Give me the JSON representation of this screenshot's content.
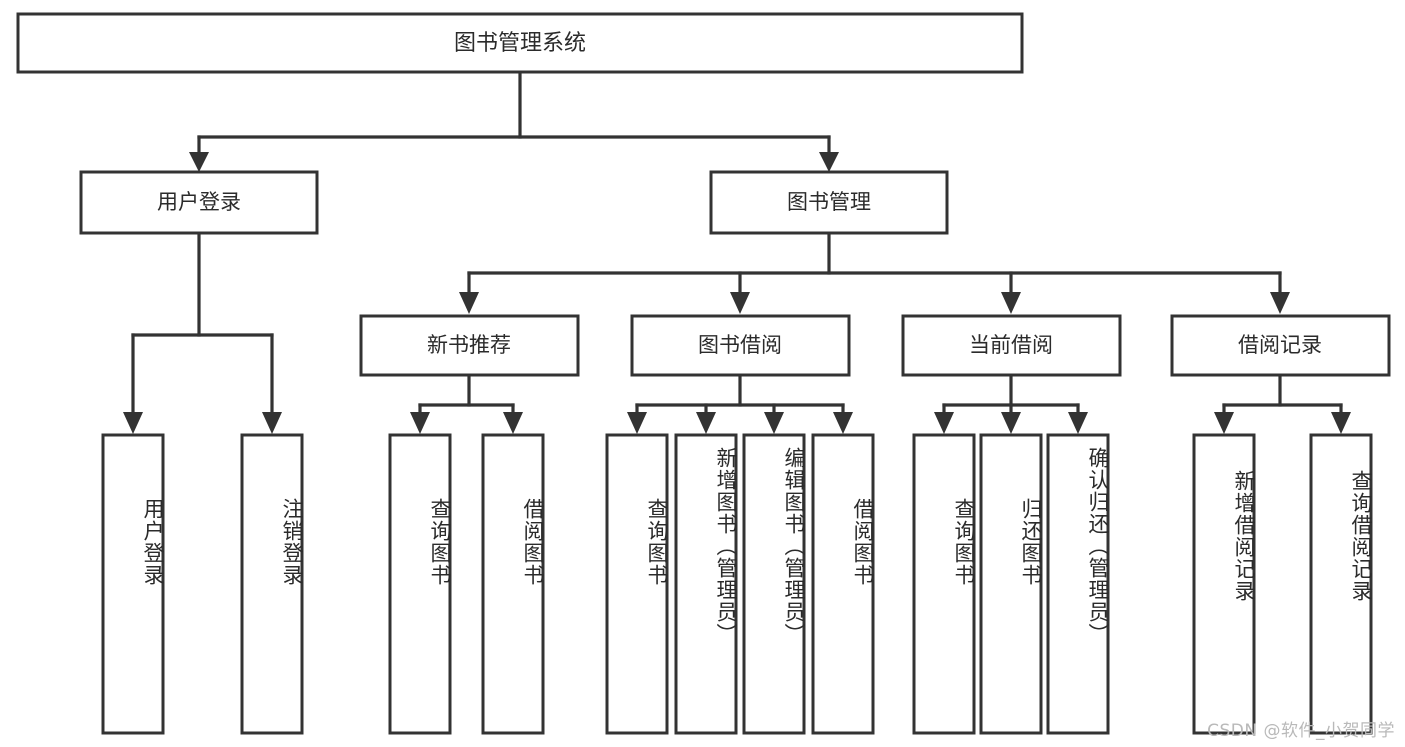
{
  "diagram": {
    "type": "tree",
    "title": "图书管理系统",
    "root": {
      "label": "图书管理系统",
      "children": [
        {
          "label": "用户登录",
          "children": [
            {
              "label": "用户登录"
            },
            {
              "label": "注销登录"
            }
          ]
        },
        {
          "label": "图书管理",
          "children": [
            {
              "label": "新书推荐",
              "children": [
                {
                  "label": "查询图书"
                },
                {
                  "label": "借阅图书"
                }
              ]
            },
            {
              "label": "图书借阅",
              "children": [
                {
                  "label": "查询图书"
                },
                {
                  "label": "新增图书（管理员）"
                },
                {
                  "label": "编辑图书（管理员）"
                },
                {
                  "label": "借阅图书"
                }
              ]
            },
            {
              "label": "当前借阅",
              "children": [
                {
                  "label": "查询图书"
                },
                {
                  "label": "归还图书"
                },
                {
                  "label": "确认归还（管理员）"
                }
              ]
            },
            {
              "label": "借阅记录",
              "children": [
                {
                  "label": "新增借阅记录"
                },
                {
                  "label": "查询借阅记录"
                }
              ]
            }
          ]
        }
      ]
    },
    "nodes": {
      "root": "图书管理系统",
      "l2_user_login": "用户登录",
      "l2_book_mgmt": "图书管理",
      "l3_new_book_rec": "新书推荐",
      "l3_book_borrow": "图书借阅",
      "l3_current_borrow": "当前借阅",
      "l3_borrow_record": "借阅记录",
      "leaf_user_login": "用户登录",
      "leaf_logout": "注销登录",
      "leaf_query_book_a": "查询图书",
      "leaf_borrow_book_a": "借阅图书",
      "leaf_query_book_b": "查询图书",
      "leaf_add_book_admin": "新增图书（管理员）",
      "leaf_edit_book_admin": "编辑图书（管理员）",
      "leaf_borrow_book_b": "借阅图书",
      "leaf_query_book_c": "查询图书",
      "leaf_return_book": "归还图书",
      "leaf_confirm_return_admin": "确认归还（管理员）",
      "leaf_add_record": "新增借阅记录",
      "leaf_query_record": "查询借阅记录"
    }
  },
  "watermark": {
    "text": "CSDN @软件_小贺同学"
  },
  "colors": {
    "background": "#ffffff",
    "box_fill": "#ffffff",
    "box_stroke": "#333333",
    "text": "#2b2b2b",
    "watermark": "#b9b9b9"
  }
}
